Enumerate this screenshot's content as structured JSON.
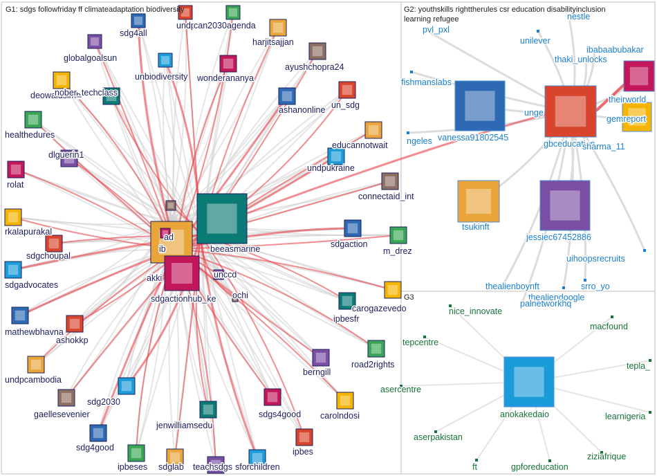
{
  "groups": [
    {
      "id": "G1",
      "title": "G1: sdgs followfriday ff climateadaptation biodiversity",
      "title2": ""
    },
    {
      "id": "G2",
      "title": "G2: youthskills righttherules csr education disabilityinclusion",
      "title2": "learning refugee"
    },
    {
      "id": "G3",
      "title": "G3",
      "title2": ""
    }
  ],
  "colors": {
    "g1_label": "#1a1f5e",
    "g2_label": "#1a7fd0",
    "g3_label": "#17733a",
    "edge_red": "#e8434a",
    "edge_gray": "#d0d0d0"
  },
  "nodes": {
    "g1": [
      {
        "id": "sdg4all",
        "label": "sdg4all"
      },
      {
        "id": "undp",
        "label": "undp"
      },
      {
        "id": "can2030agenda",
        "label": "can2030agenda"
      },
      {
        "id": "harjitsajjan",
        "label": "harjitsajjan"
      },
      {
        "id": "globalgoalsun",
        "label": "globalgoalsun"
      },
      {
        "id": "unbiodiversity",
        "label": "unbiodiversity"
      },
      {
        "id": "wonderananya",
        "label": "wonderananya"
      },
      {
        "id": "ayushchopra24",
        "label": "ayushchopra24"
      },
      {
        "id": "deowalusimbi",
        "label": "deowalusimbi"
      },
      {
        "id": "nober_techclass",
        "label": "nober_techclass"
      },
      {
        "id": "ashanonline",
        "label": "ashanonline"
      },
      {
        "id": "un_sdg",
        "label": "un_sdg"
      },
      {
        "id": "healthedures",
        "label": "healthedures"
      },
      {
        "id": "educannotwait",
        "label": "educannotwait"
      },
      {
        "id": "dlguerin1",
        "label": "dlguerin1"
      },
      {
        "id": "undpukraine",
        "label": "undpukraine"
      },
      {
        "id": "rolat",
        "label": "rolat"
      },
      {
        "id": "connectaid_int",
        "label": "connectaid_int"
      },
      {
        "id": "rkalapurakal",
        "label": "rkalapurakal"
      },
      {
        "id": "beeasmarine",
        "label": "beeasmarine"
      },
      {
        "id": "sdgaction",
        "label": "sdgaction"
      },
      {
        "id": "sdgchoupal",
        "label": "sdgchoupal"
      },
      {
        "id": "m_drez",
        "label": "m_drez"
      },
      {
        "id": "akki",
        "label": "akki"
      },
      {
        "id": "unccd",
        "label": "unccd"
      },
      {
        "id": "sdgadvocates",
        "label": "sdgadvocates"
      },
      {
        "id": "sdgactionhub_ke",
        "label": "sdgactionhub_ke"
      },
      {
        "id": "ochi",
        "label": "ochi"
      },
      {
        "id": "carogazevedo",
        "label": "carogazevedo"
      },
      {
        "id": "ipbesfr",
        "label": "ipbesfr"
      },
      {
        "id": "mathewbhavna",
        "label": "mathewbhavna"
      },
      {
        "id": "ashokkp",
        "label": "ashokkp"
      },
      {
        "id": "road2rights",
        "label": "road2rights"
      },
      {
        "id": "undpcambodia",
        "label": "undpcambodia"
      },
      {
        "id": "berngill",
        "label": "berngill"
      },
      {
        "id": "sdg2030",
        "label": "sdg2030"
      },
      {
        "id": "sdgs4good",
        "label": "sdgs4good"
      },
      {
        "id": "gaellesevenier",
        "label": "gaellesevenier"
      },
      {
        "id": "carolndosi",
        "label": "carolndosi"
      },
      {
        "id": "jenwilliamsedu",
        "label": "jenwilliamsedu"
      },
      {
        "id": "sdg4good",
        "label": "sdg4good"
      },
      {
        "id": "ipbes",
        "label": "ipbes"
      },
      {
        "id": "ipbeses",
        "label": "ipbeses"
      },
      {
        "id": "sdglab",
        "label": "sdglab"
      },
      {
        "id": "teachsdgs",
        "label": "teachsdgs"
      },
      {
        "id": "sforchildren",
        "label": "sforchildren"
      },
      {
        "id": "ib",
        "label": "ib"
      },
      {
        "id": "ad",
        "label": "ad"
      }
    ],
    "g2": [
      {
        "id": "pvl_pxl",
        "label": "pvl_pxl"
      },
      {
        "id": "nestle",
        "label": "nestle"
      },
      {
        "id": "unilever",
        "label": "unilever"
      },
      {
        "id": "ibabaabubakar",
        "label": "ibabaabubakar"
      },
      {
        "id": "thaki_unlocks",
        "label": "thaki_unlocks"
      },
      {
        "id": "fishmanslabs",
        "label": "fishmanslabs"
      },
      {
        "id": "theirworld",
        "label": "theirworld"
      },
      {
        "id": "unge",
        "label": "unge"
      },
      {
        "id": "gemreport",
        "label": "gemreport"
      },
      {
        "id": "ngeles",
        "label": "ngeles"
      },
      {
        "id": "vanessa91802545",
        "label": "vanessa91802545"
      },
      {
        "id": "gbceducation",
        "label": "gbceducation"
      },
      {
        "id": "sharma_11",
        "label": "sharma_11"
      },
      {
        "id": "tsukinft",
        "label": "tsukinft"
      },
      {
        "id": "jessiec67452886",
        "label": "jessiec67452886"
      },
      {
        "id": "uihoopsrecruits",
        "label": "uihoopsrecruits"
      },
      {
        "id": "srro_yo",
        "label": "srro_yo"
      },
      {
        "id": "thealienboynft",
        "label": "thealienboynft"
      },
      {
        "id": "thealiendoogle",
        "label": "thealiendoogle"
      },
      {
        "id": "palnetworkhq",
        "label": "palnetworkhq"
      }
    ],
    "g3": [
      {
        "id": "nice_innovate",
        "label": "nice_innovate"
      },
      {
        "id": "macfound",
        "label": "macfound"
      },
      {
        "id": "tepcentre",
        "label": "tepcentre"
      },
      {
        "id": "tepla_",
        "label": "tepla_"
      },
      {
        "id": "asercentre",
        "label": "asercentre"
      },
      {
        "id": "anokakedaio",
        "label": "anokakedaio"
      },
      {
        "id": "learnigeria",
        "label": "learnigeria"
      },
      {
        "id": "aserpakistan",
        "label": "aserpakistan"
      },
      {
        "id": "ziziafrique",
        "label": "ziziafrique"
      },
      {
        "id": "ft",
        "label": "ft"
      },
      {
        "id": "gpforeducation",
        "label": "gpforeducation"
      }
    ]
  }
}
